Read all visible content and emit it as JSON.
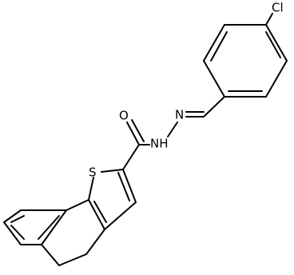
{
  "structure": {
    "labels": {
      "chlorine": "Cl",
      "oxygen": "O",
      "nitrogen_imine": "N",
      "nitrogen_amide": "NH",
      "sulfur": "S"
    }
  },
  "colors": {
    "bond": "#000000",
    "background": "#ffffff"
  }
}
